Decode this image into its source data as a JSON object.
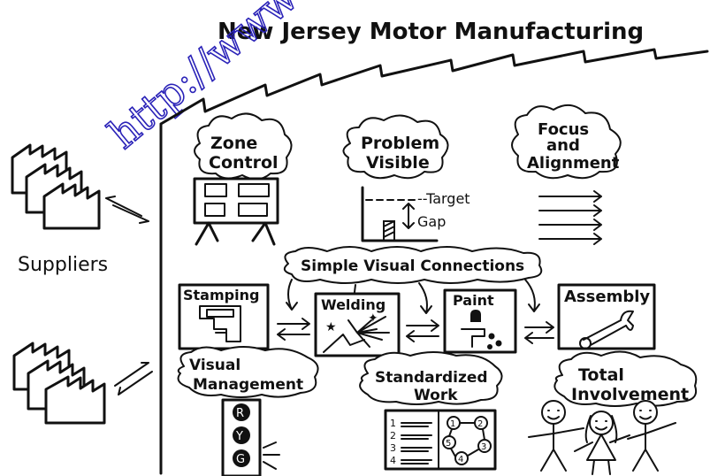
{
  "title": "New Jersey Motor Manufacturing",
  "watermark": "http://www",
  "suppliers_label": "Suppliers",
  "concepts": {
    "zone_control": [
      "Zone",
      "Control"
    ],
    "problem_visible": [
      "Problem",
      "Visible"
    ],
    "focus_alignment": [
      "Focus",
      "and",
      "Alignment"
    ],
    "simple_visual_connections": "Simple Visual Connections",
    "visual_management": [
      "Visual",
      "Management"
    ],
    "standardized_work": [
      "Standardized",
      "Work"
    ],
    "total_involvement": [
      "Total",
      "Involvement"
    ]
  },
  "gap_chart": {
    "target_label": "--Target",
    "gap_label": "Gap"
  },
  "processes": {
    "stamping": "Stamping",
    "welding": "Welding",
    "paint": "Paint",
    "assembly": "Assembly"
  },
  "traffic_light": [
    "R",
    "Y",
    "G"
  ],
  "work_chart": {
    "list_numbers": [
      "1",
      "2",
      "3",
      "4"
    ],
    "flow_steps": [
      "1",
      "2",
      "3",
      "4",
      "5"
    ]
  }
}
